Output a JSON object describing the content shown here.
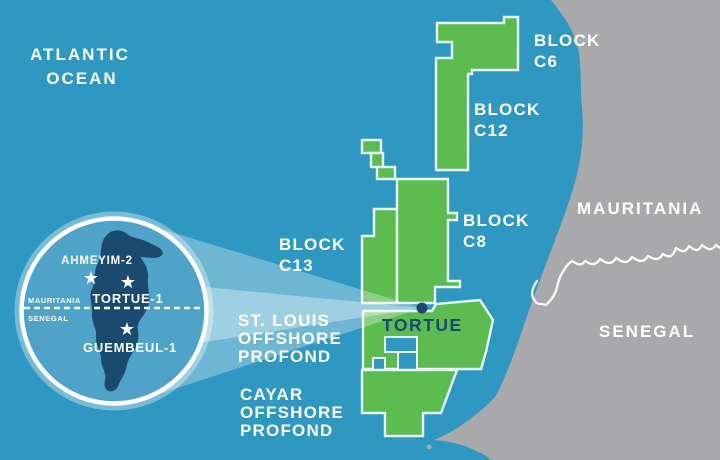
{
  "ocean_label": [
    "ATLANTIC",
    "OCEAN"
  ],
  "countries": {
    "mauritania": "MAURITANIA",
    "senegal": "SENEGAL"
  },
  "blocks": {
    "c6": [
      "BLOCK",
      "C6"
    ],
    "c12": [
      "BLOCK",
      "C12"
    ],
    "c8": [
      "BLOCK",
      "C8"
    ],
    "c13": [
      "BLOCK",
      "C13"
    ],
    "st_louis": [
      "ST. LOUIS",
      "OFFSHORE",
      "PROFOND"
    ],
    "cayar": [
      "CAYAR",
      "OFFSHORE",
      "PROFOND"
    ]
  },
  "field_marker": {
    "label": "TORTUE"
  },
  "inset": {
    "wells": [
      "AHMEYIM-2",
      "TORTUE-1",
      "GUEMBEUL-1"
    ],
    "border": {
      "north": "MAURITANIA",
      "south": "SENEGAL"
    },
    "star": "★"
  },
  "colors": {
    "ocean": "#2E97C2",
    "land": "#A9A9AB",
    "block-green": "#5CBC4E",
    "outline": "#E8F4F8",
    "navy": "#1B4A70",
    "inset-fill": "#4FA3C9",
    "white": "#FFFFFF"
  }
}
